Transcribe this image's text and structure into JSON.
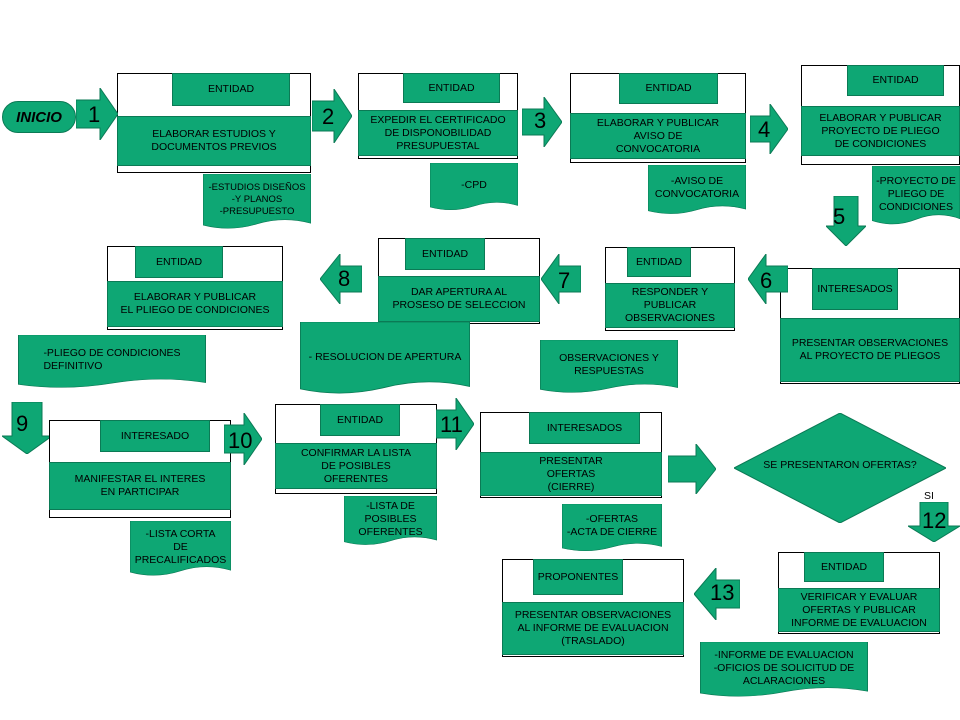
{
  "start": "INICIO",
  "steps": [
    {
      "n": "1",
      "actor": "ENTIDAD",
      "task": "ELABORAR ESTUDIOS Y\nDOCUMENTOS PREVIOS",
      "doc": "-ESTUDIOS DISEÑOS\n-Y PLANOS\n-PRESUPUESTO"
    },
    {
      "n": "2",
      "actor": "ENTIDAD",
      "task": "EXPEDIR EL CERTIFICADO\nDE DISPONOBILIDAD\nPRESUPUESTAL",
      "doc": "-CPD"
    },
    {
      "n": "3",
      "actor": "ENTIDAD",
      "task": "ELABORAR Y PUBLICAR\nAVISO DE\nCONVOCATORIA",
      "doc": "-AVISO DE\nCONVOCATORIA"
    },
    {
      "n": "4",
      "actor": "ENTIDAD",
      "task": "ELABORAR Y PUBLICAR\nPROYECTO  DE PLIEGO\nDE CONDICIONES",
      "doc": "-PROYECTO  DE\nPLIEGO DE\nCONDICIONES"
    },
    {
      "n": "5",
      "actor": "INTERESADOS",
      "task": "PRESENTAR OBSERVACIONES\nAL PROYECTO  DE PLIEGOS",
      "doc": ""
    },
    {
      "n": "6",
      "actor": "ENTIDAD",
      "task": "RESPONDER Y\nPUBLICAR\nOBSERVACIONES",
      "doc": "OBSERVACIONES Y\nRESPUESTAS"
    },
    {
      "n": "7",
      "actor": "ENTIDAD",
      "task": "DAR APERTURA AL\nPROSESO DE SELECCION",
      "doc": "- RESOLUCION DE APERTURA"
    },
    {
      "n": "8",
      "actor": "ENTIDAD",
      "task": "ELABORAR Y PUBLICAR\nEL PLIEGO DE CONDICIONES",
      "doc": "-PLIEGO DE CONDICIONES\nDEFINITIVO"
    },
    {
      "n": "9",
      "actor": "INTERESADO",
      "task": "MANIFESTAR EL INTERES\nEN PARTICIPAR",
      "doc": "-LISTA CORTA\nDE\nPRECALIFICADOS"
    },
    {
      "n": "10",
      "actor": "ENTIDAD",
      "task": "CONFIRMAR LA LISTA\nDE POSIBLES\nOFERENTES",
      "doc": "-LISTA DE\nPOSIBLES\nOFERENTES"
    },
    {
      "n": "11",
      "actor": "INTERESADOS",
      "task": "PRESENTAR\nOFERTAS\n(CIERRE)",
      "doc": "-OFERTAS\n-ACTA DE CIERRE"
    },
    {
      "n": "12",
      "actor": "ENTIDAD",
      "task": "VERIFICAR Y EVALUAR\nOFERTAS Y PUBLICAR\nINFORME DE EVALUACION",
      "doc": "-INFORME DE EVALUACION\n-OFICIOS DE SOLICITUD DE\nACLARACIONES"
    },
    {
      "n": "13",
      "actor": "PROPONENTES",
      "task": "PRESENTAR OBSERVACIONES\nAL INFORME DE EVALUACION\n(TRASLADO)",
      "doc": ""
    }
  ],
  "decision": {
    "question": "SE PRESENTARON OFERTAS?",
    "yes": "SI"
  },
  "colors": {
    "fill": "#0ea774",
    "stroke": "#0b7a55"
  }
}
